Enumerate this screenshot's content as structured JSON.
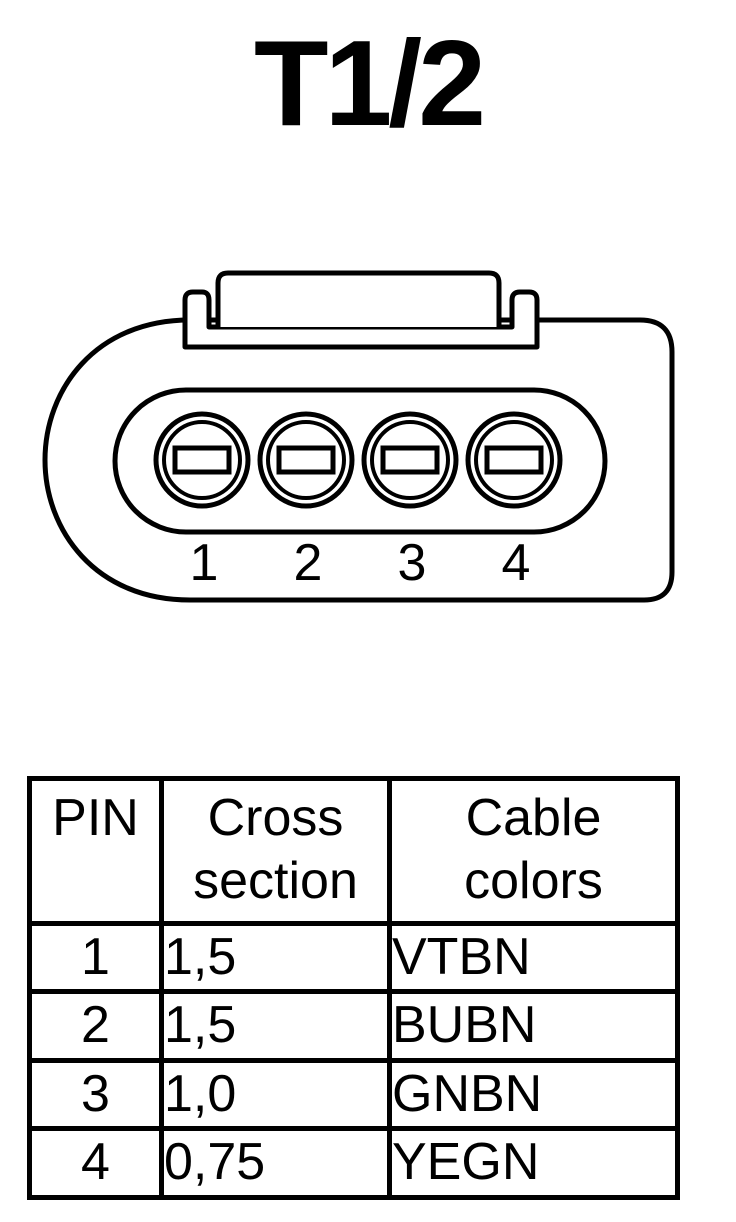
{
  "title": "T1/2",
  "connector": {
    "pin_labels": [
      "1",
      "2",
      "3",
      "4"
    ]
  },
  "table": {
    "headers": {
      "pin": "PIN",
      "cross_section_line1": "Cross",
      "cross_section_line2": "section",
      "cable_colors_line1": "Cable",
      "cable_colors_line2": "colors"
    },
    "rows": [
      {
        "pin": "1",
        "cross_section": "1,5",
        "color": "VTBN"
      },
      {
        "pin": "2",
        "cross_section": "1,5",
        "color": "BUBN"
      },
      {
        "pin": "3",
        "cross_section": "1,0",
        "color": "GNBN"
      },
      {
        "pin": "4",
        "cross_section": "0,75",
        "color": "YEGN"
      }
    ]
  }
}
